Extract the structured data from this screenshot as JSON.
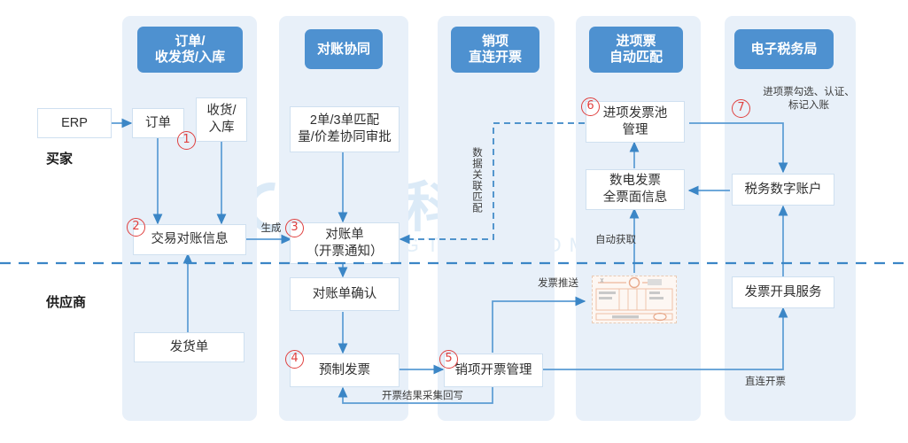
{
  "diagram": {
    "title_watermark": {
      "main": "开灵科技",
      "sub": "KAILINGTECK.COM"
    },
    "roles": [
      {
        "id": "buyer",
        "label": "买家"
      },
      {
        "id": "supplier",
        "label": "供应商"
      }
    ],
    "lanes": [
      {
        "id": "lane-order",
        "header": "订单/\n收发货/入库"
      },
      {
        "id": "lane-recon",
        "header": "对账协同"
      },
      {
        "id": "lane-output",
        "header": "销项\n直连开票"
      },
      {
        "id": "lane-input",
        "header": "进项票\n自动匹配"
      },
      {
        "id": "lane-etax",
        "header": "电子税务局"
      }
    ],
    "nodes": [
      {
        "id": "erp",
        "label": "ERP"
      },
      {
        "id": "order",
        "label": "订单"
      },
      {
        "id": "receive",
        "label": "收货/\n入库"
      },
      {
        "id": "trade-recon",
        "label": "交易对账信息"
      },
      {
        "id": "delivery-note",
        "label": "发货单"
      },
      {
        "id": "match-approve",
        "label": "2单/3单匹配\n量/价差协同审批"
      },
      {
        "id": "recon-stmt",
        "label": "对账单\n（开票通知）"
      },
      {
        "id": "recon-confirm",
        "label": "对账单确认"
      },
      {
        "id": "pre-invoice",
        "label": "预制发票"
      },
      {
        "id": "output-mgmt",
        "label": "销项开票管理"
      },
      {
        "id": "input-pool",
        "label": "进项发票池\n管理"
      },
      {
        "id": "e-invoice-full",
        "label": "数电发票\n全票面信息"
      },
      {
        "id": "tax-account",
        "label": "税务数字账户"
      },
      {
        "id": "invoice-issue",
        "label": "发票开具服务"
      }
    ],
    "step_markers": [
      {
        "id": "step-1",
        "label": "1"
      },
      {
        "id": "step-2",
        "label": "2"
      },
      {
        "id": "step-3",
        "label": "3"
      },
      {
        "id": "step-4",
        "label": "4"
      },
      {
        "id": "step-5",
        "label": "5"
      },
      {
        "id": "step-6",
        "label": "6"
      },
      {
        "id": "step-7",
        "label": "7"
      }
    ],
    "edge_labels": [
      {
        "id": "cap-generate",
        "text": "生成"
      },
      {
        "id": "cap-data-match",
        "text": "数据关联匹配"
      },
      {
        "id": "cap-auto-fetch",
        "text": "自动获取"
      },
      {
        "id": "cap-invoice-push",
        "text": "发票推送"
      },
      {
        "id": "cap-writeback",
        "text": "开票结果采集回写"
      },
      {
        "id": "cap-direct-issue",
        "text": "直连开票"
      },
      {
        "id": "cap-input-check",
        "text": "进项票勾选、认证、\n标记入账"
      }
    ],
    "colors": {
      "lane_band": "#e8f0f9",
      "pill": "#4e91d0",
      "node_border": "#cfe0f0",
      "arrow": "#3b86c6",
      "step_marker": "#e0403f",
      "divider": "#3b86c6",
      "watermark": "#dbeaf7"
    }
  }
}
